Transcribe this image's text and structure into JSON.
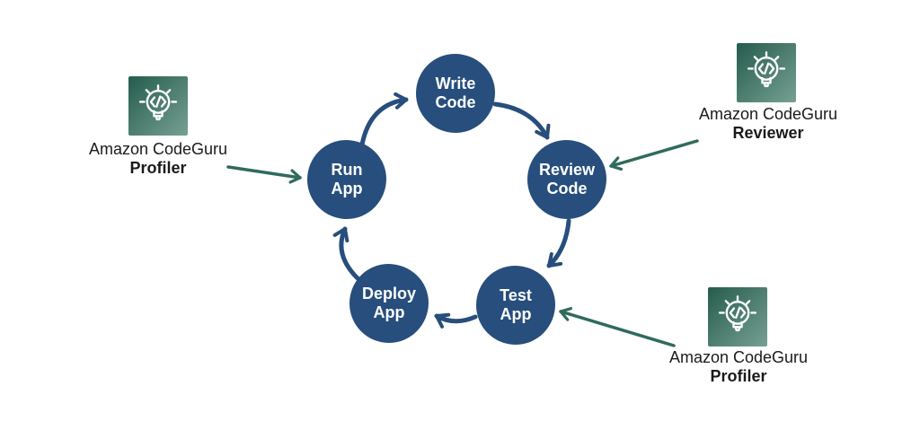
{
  "colors": {
    "background": "#FFFFFF",
    "node_fill": "#274E7C",
    "node_text": "#FFFFFF",
    "arrow_blue": "#274E7C",
    "arrow_green": "#2F6B5D",
    "icon_gradient_start": "#255C4D",
    "icon_gradient_end": "#76A093",
    "label_text": "#1A1A1A"
  },
  "cycle": {
    "nodes": [
      {
        "id": "write-code",
        "label_line1": "Write",
        "label_line2": "Code"
      },
      {
        "id": "review-code",
        "label_line1": "Review",
        "label_line2": "Code"
      },
      {
        "id": "test-app",
        "label_line1": "Test",
        "label_line2": "App"
      },
      {
        "id": "deploy-app",
        "label_line1": "Deploy",
        "label_line2": "App"
      },
      {
        "id": "run-app",
        "label_line1": "Run",
        "label_line2": "App"
      }
    ],
    "edges": [
      {
        "from": "run-app",
        "to": "write-code"
      },
      {
        "from": "write-code",
        "to": "review-code"
      },
      {
        "from": "review-code",
        "to": "test-app"
      },
      {
        "from": "test-app",
        "to": "deploy-app"
      },
      {
        "from": "deploy-app",
        "to": "run-app"
      }
    ]
  },
  "services": [
    {
      "id": "codeguru-profiler-left",
      "line1": "Amazon CodeGuru",
      "line2": "Profiler",
      "icon": "codeguru-lightbulb-icon",
      "points_to": "run-app"
    },
    {
      "id": "codeguru-reviewer-right",
      "line1": "Amazon CodeGuru",
      "line2": "Reviewer",
      "icon": "codeguru-lightbulb-icon",
      "points_to": "review-code"
    },
    {
      "id": "codeguru-profiler-bottom",
      "line1": "Amazon CodeGuru",
      "line2": "Profiler",
      "icon": "codeguru-lightbulb-icon",
      "points_to": "test-app"
    }
  ]
}
